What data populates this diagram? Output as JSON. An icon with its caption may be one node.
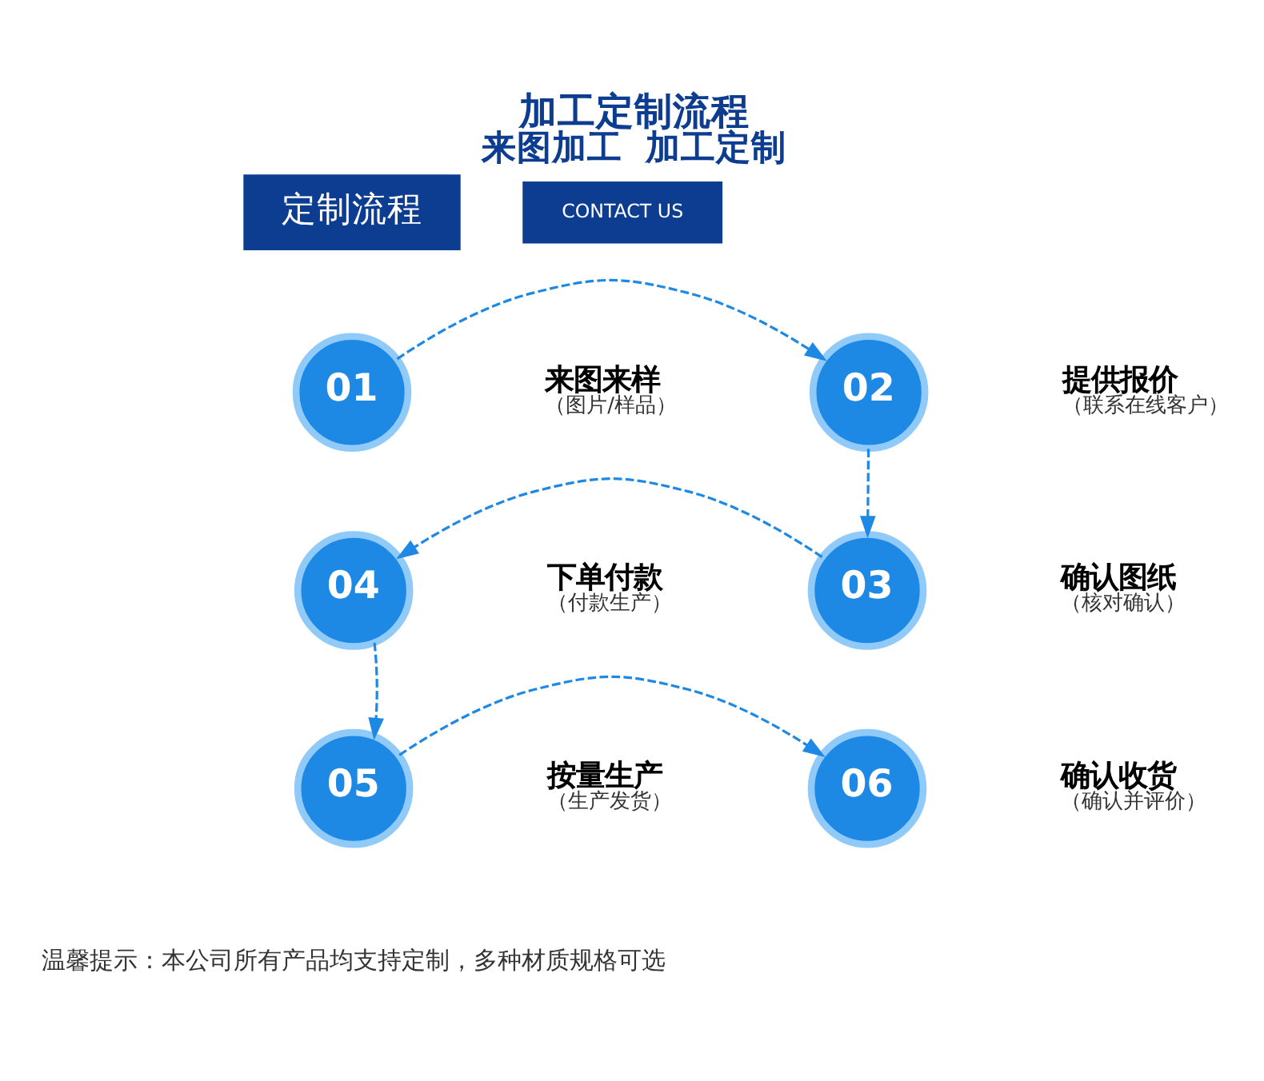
{
  "diagram": {
    "title": "加工定制流程",
    "caption": "温馨提示：本公司所有产品均支持定制，多种材质规格可选",
    "nodes": [
      {
        "text": [
          "01"
        ],
        "beside": [
          "来图来样",
          "（图片/样品）"
        ]
      },
      {
        "text": [
          "02"
        ],
        "beside": [
          "提供报价",
          "（联系在线客户）"
        ]
      },
      {
        "text": [
          "03"
        ],
        "beside": [
          "确认图纸",
          "（核对确认）"
        ]
      },
      {
        "text": [
          "04"
        ],
        "beside": [
          "下单付款",
          "（付款生产）"
        ]
      },
      {
        "text": [
          "05"
        ],
        "beside": [
          "按量生产",
          "（生产发货）"
        ]
      },
      {
        "text": [
          "06"
        ],
        "beside": [
          "确认收货",
          "（确认并评价）"
        ]
      }
    ],
    "edges": [
      {
        "from": 0,
        "to": 1,
        "arrow": "to",
        "style": "dashed"
      },
      {
        "from": 1,
        "to": 2,
        "arrow": "to",
        "style": "dashed"
      },
      {
        "from": 2,
        "to": 3,
        "arrow": "to",
        "style": "dashed"
      },
      {
        "from": 3,
        "to": 4,
        "arrow": "to",
        "style": "dashed"
      },
      {
        "from": 4,
        "to": 5,
        "arrow": "to",
        "style": "dashed"
      }
    ],
    "labels": [
      "定制流程",
      "CONTACT US",
      "来图加工  加工定制"
    ]
  }
}
